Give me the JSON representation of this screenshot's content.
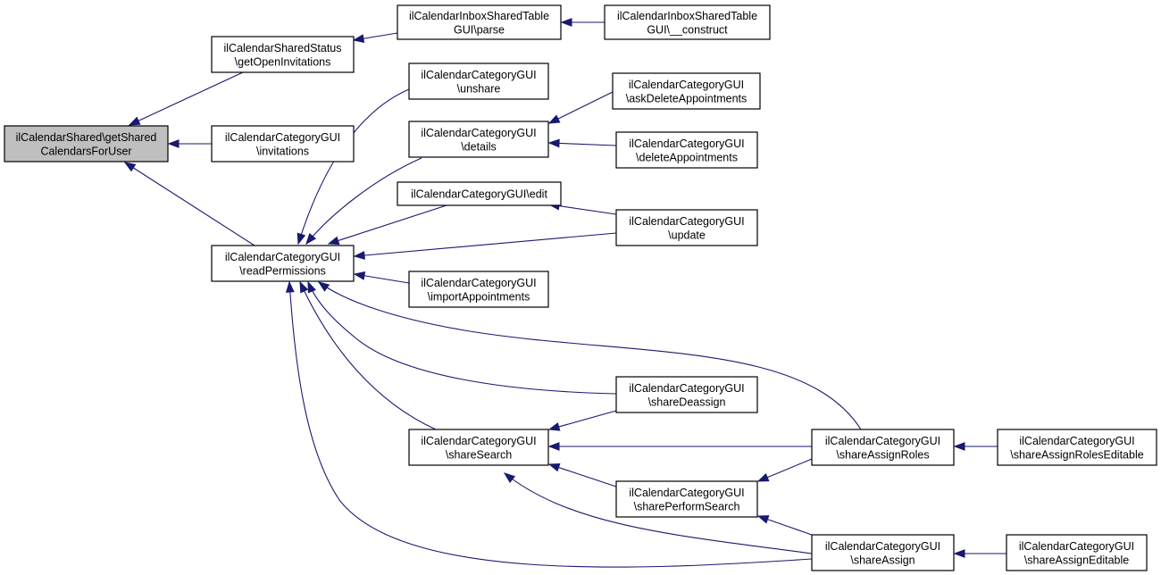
{
  "diagram": {
    "nodes": [
      {
        "id": "root",
        "lines": [
          "ilCalendarShared\\getShared",
          "CalendarsForUser"
        ],
        "highlighted": true
      },
      {
        "id": "getOpenInvitations",
        "lines": [
          "ilCalendarSharedStatus",
          "\\getOpenInvitations"
        ]
      },
      {
        "id": "inboxParse",
        "lines": [
          "ilCalendarInboxSharedTable",
          "GUI\\parse"
        ]
      },
      {
        "id": "inboxConstruct",
        "lines": [
          "ilCalendarInboxSharedTable",
          "GUI\\__construct"
        ]
      },
      {
        "id": "invitations",
        "lines": [
          "ilCalendarCategoryGUI",
          "\\invitations"
        ]
      },
      {
        "id": "readPermissions",
        "lines": [
          "ilCalendarCategoryGUI",
          "\\readPermissions"
        ]
      },
      {
        "id": "unshare",
        "lines": [
          "ilCalendarCategoryGUI",
          "\\unshare"
        ]
      },
      {
        "id": "details",
        "lines": [
          "ilCalendarCategoryGUI",
          "\\details"
        ]
      },
      {
        "id": "askDeleteAppointments",
        "lines": [
          "ilCalendarCategoryGUI",
          "\\askDeleteAppointments"
        ]
      },
      {
        "id": "deleteAppointments",
        "lines": [
          "ilCalendarCategoryGUI",
          "\\deleteAppointments"
        ]
      },
      {
        "id": "edit",
        "lines": [
          "ilCalendarCategoryGUI\\edit"
        ]
      },
      {
        "id": "update",
        "lines": [
          "ilCalendarCategoryGUI",
          "\\update"
        ]
      },
      {
        "id": "importAppointments",
        "lines": [
          "ilCalendarCategoryGUI",
          "\\importAppointments"
        ]
      },
      {
        "id": "shareDeassign",
        "lines": [
          "ilCalendarCategoryGUI",
          "\\shareDeassign"
        ]
      },
      {
        "id": "shareSearch",
        "lines": [
          "ilCalendarCategoryGUI",
          "\\shareSearch"
        ]
      },
      {
        "id": "shareAssignRoles",
        "lines": [
          "ilCalendarCategoryGUI",
          "\\shareAssignRoles"
        ]
      },
      {
        "id": "shareAssignRolesEditable",
        "lines": [
          "ilCalendarCategoryGUI",
          "\\shareAssignRolesEditable"
        ]
      },
      {
        "id": "sharePerformSearch",
        "lines": [
          "ilCalendarCategoryGUI",
          "\\sharePerformSearch"
        ]
      },
      {
        "id": "shareAssign",
        "lines": [
          "ilCalendarCategoryGUI",
          "\\shareAssign"
        ]
      },
      {
        "id": "shareAssignEditable",
        "lines": [
          "ilCalendarCategoryGUI",
          "\\shareAssignEditable"
        ]
      }
    ],
    "edges": [
      {
        "from": "getOpenInvitations",
        "to": "root"
      },
      {
        "from": "invitations",
        "to": "root"
      },
      {
        "from": "readPermissions",
        "to": "root"
      },
      {
        "from": "inboxParse",
        "to": "getOpenInvitations"
      },
      {
        "from": "inboxConstruct",
        "to": "inboxParse"
      },
      {
        "from": "unshare",
        "to": "readPermissions"
      },
      {
        "from": "details",
        "to": "readPermissions"
      },
      {
        "from": "edit",
        "to": "readPermissions"
      },
      {
        "from": "update",
        "to": "readPermissions"
      },
      {
        "from": "importAppointments",
        "to": "readPermissions"
      },
      {
        "from": "shareAssignRoles",
        "to": "readPermissions"
      },
      {
        "from": "shareDeassign",
        "to": "readPermissions"
      },
      {
        "from": "shareSearch",
        "to": "readPermissions"
      },
      {
        "from": "shareAssign",
        "to": "readPermissions"
      },
      {
        "from": "askDeleteAppointments",
        "to": "details"
      },
      {
        "from": "deleteAppointments",
        "to": "details"
      },
      {
        "from": "update",
        "to": "edit"
      },
      {
        "from": "shareDeassign",
        "to": "shareSearch"
      },
      {
        "from": "shareAssignRoles",
        "to": "shareSearch"
      },
      {
        "from": "sharePerformSearch",
        "to": "shareSearch"
      },
      {
        "from": "shareAssign",
        "to": "shareSearch"
      },
      {
        "from": "shareAssignRoles",
        "to": "sharePerformSearch"
      },
      {
        "from": "shareAssign",
        "to": "sharePerformSearch"
      },
      {
        "from": "shareAssignRolesEditable",
        "to": "shareAssignRoles"
      },
      {
        "from": "shareAssignEditable",
        "to": "shareAssign"
      }
    ],
    "colors": {
      "edge": "#191970",
      "node_border": "#000000",
      "node_fill": "#ffffff",
      "highlight_fill": "#bfbfbf"
    }
  }
}
